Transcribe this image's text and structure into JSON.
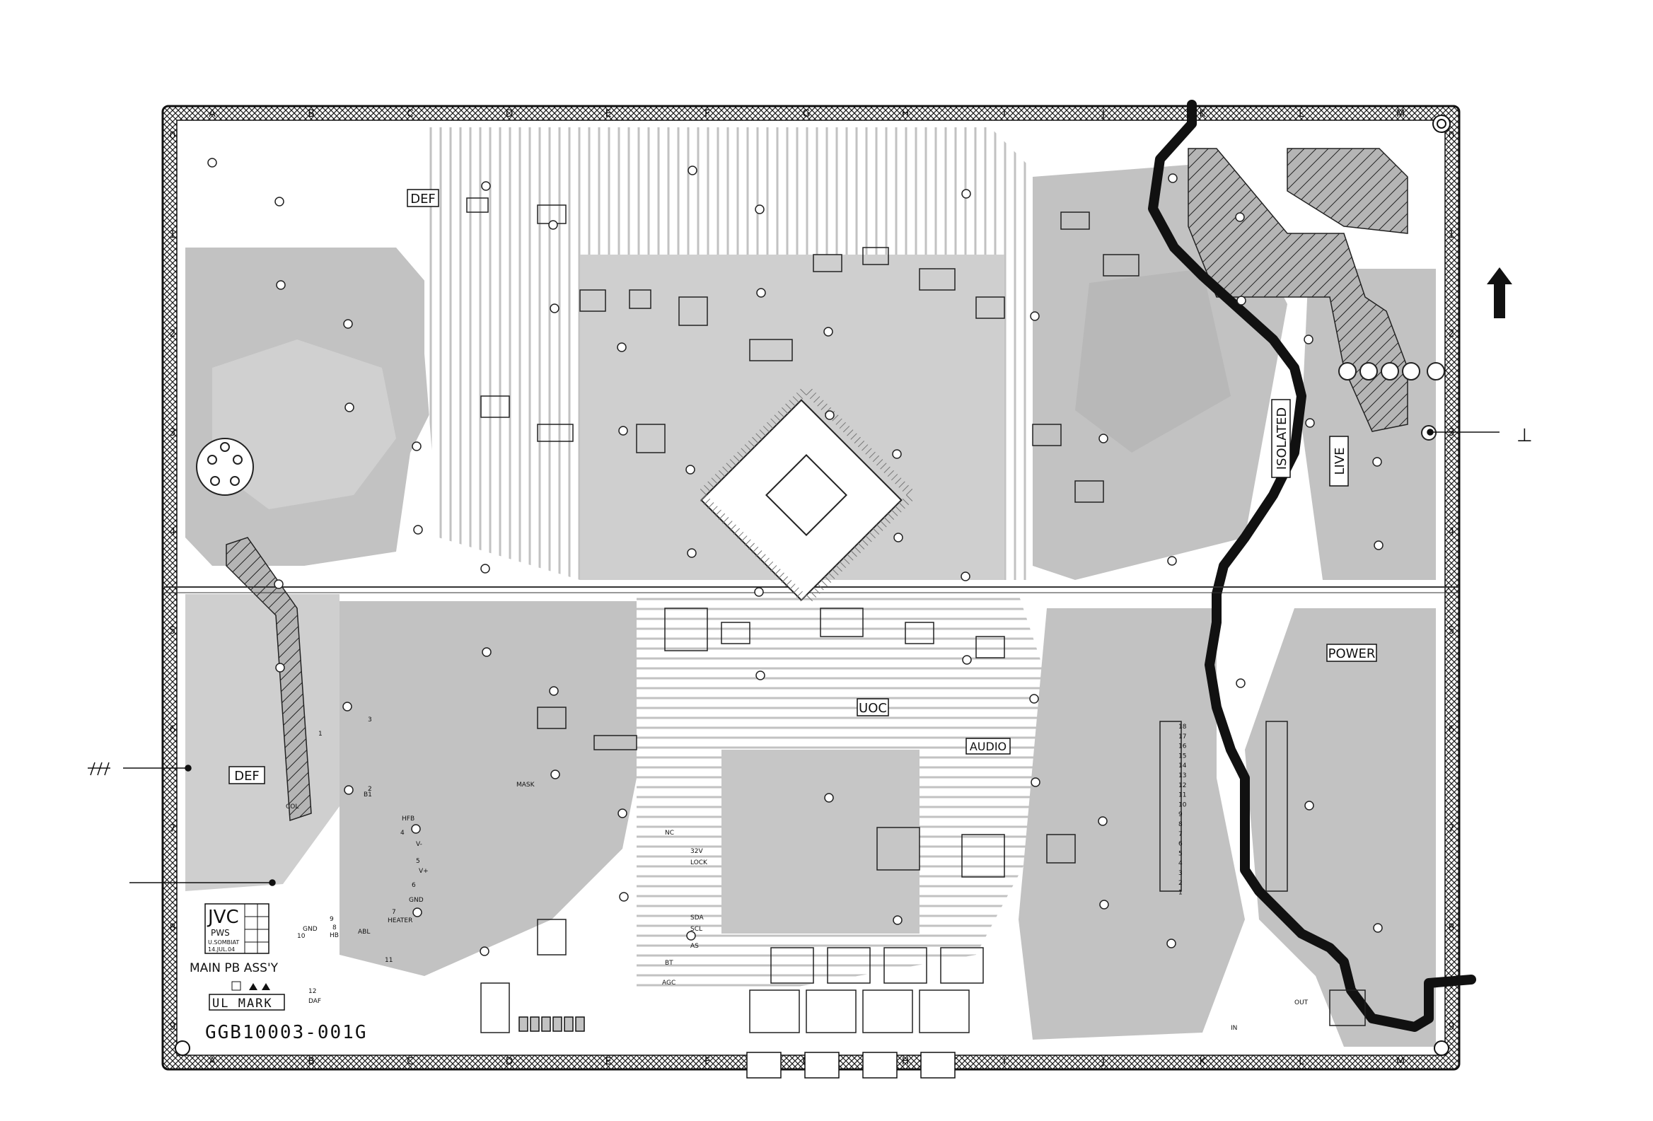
{
  "board": {
    "colors": {
      "background": "#ffffff",
      "copper": "#c2c2c2",
      "copper_dark": "#a8a8a8",
      "hatch": "#1a1a1a",
      "isolation_line": "#111111",
      "ink": "#111111"
    },
    "grid_columns_top": [
      "A",
      "B",
      "C",
      "D",
      "E",
      "F",
      "G",
      "H",
      "I",
      "J",
      "K",
      "L",
      "M"
    ],
    "grid_columns_bottom": [
      "A",
      "B",
      "C",
      "D",
      "E",
      "F",
      "G",
      "H",
      "I",
      "J",
      "K",
      "L",
      "M"
    ],
    "grid_rows": [
      "0",
      "1",
      "2",
      "3",
      "4",
      "5",
      "6",
      "7",
      "8",
      "9"
    ],
    "section_labels": {
      "def_top": "DEF",
      "def_bottom": "DEF",
      "isolated": "ISOLATED",
      "live": "LIVE",
      "power": "POWER",
      "uoc": "UOC",
      "audio": "AUDIO"
    },
    "logo": {
      "brand": "JVC",
      "line1": "PWS",
      "line2": "U.SOMBIAT",
      "line3": "14.JUL.04"
    },
    "assembly_name": "MAIN PB ASS'Y",
    "ul_mark": "UL MARK",
    "part_number": "GGB10003-001G",
    "pin_labels": [
      {
        "key": "col",
        "text": "COL"
      },
      {
        "key": "b1",
        "text": "B1"
      },
      {
        "key": "hfb",
        "text": "HFB"
      },
      {
        "key": "vminus",
        "text": "V-"
      },
      {
        "key": "vplus",
        "text": "V+"
      },
      {
        "key": "gnd1",
        "text": "GND"
      },
      {
        "key": "heater",
        "text": "HEATER"
      },
      {
        "key": "gnd2",
        "text": "GND"
      },
      {
        "key": "hb",
        "text": "HB"
      },
      {
        "key": "abl",
        "text": "ABL"
      },
      {
        "key": "daf",
        "text": "DAF"
      },
      {
        "key": "nc",
        "text": "NC"
      },
      {
        "key": "v32",
        "text": "32V"
      },
      {
        "key": "lock",
        "text": "LOCK"
      },
      {
        "key": "sda",
        "text": "SDA"
      },
      {
        "key": "scl",
        "text": "SCL"
      },
      {
        "key": "bt",
        "text": "BT"
      },
      {
        "key": "agc",
        "text": "AGC"
      },
      {
        "key": "as",
        "text": "AS"
      },
      {
        "key": "in",
        "text": "IN"
      },
      {
        "key": "out",
        "text": "OUT"
      },
      {
        "key": "mask",
        "text": "MASK"
      }
    ],
    "pin_numbers": [
      "1",
      "2",
      "3",
      "4",
      "5",
      "6",
      "7",
      "8",
      "9",
      "10",
      "11",
      "12"
    ],
    "connector_numbers": [
      "18",
      "17",
      "16",
      "15",
      "14",
      "13",
      "12",
      "11",
      "10",
      "9",
      "8",
      "7",
      "6",
      "5",
      "4",
      "3",
      "2",
      "1"
    ],
    "side_symbols": {
      "ground_right": "⊥",
      "arrow": "up"
    }
  }
}
